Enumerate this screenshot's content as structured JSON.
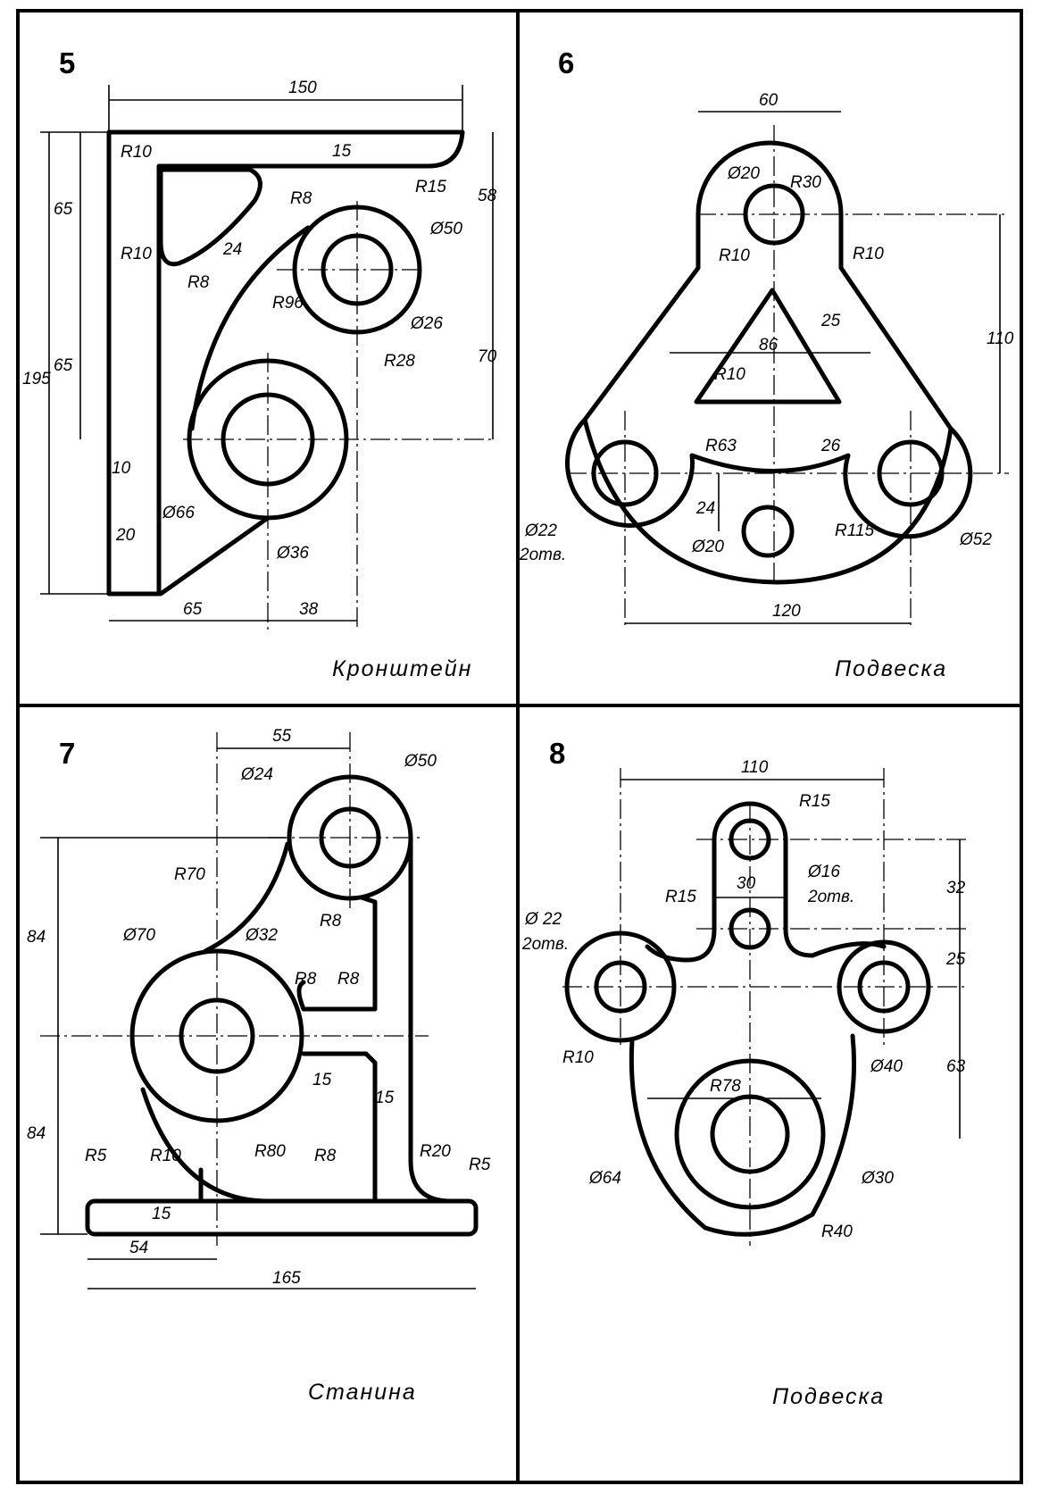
{
  "panels": [
    {
      "number": "5",
      "title": "Кронштейн",
      "dims": [
        "150",
        "15",
        "R10",
        "R8",
        "R15",
        "58",
        "65",
        "R10",
        "Ø50",
        "24",
        "R8",
        "R96",
        "Ø26",
        "65",
        "195",
        "R28",
        "70",
        "10",
        "Ø66",
        "20",
        "Ø36",
        "65",
        "38"
      ]
    },
    {
      "number": "6",
      "title": "Подвеска",
      "dims": [
        "60",
        "Ø20",
        "R30",
        "R10",
        "R10",
        "110",
        "25",
        "86",
        "R10",
        "R63",
        "26",
        "24",
        "Ø22",
        "2отв.",
        "Ø20",
        "R115",
        "Ø52",
        "120"
      ]
    },
    {
      "number": "7",
      "title": "Станина",
      "dims": [
        "55",
        "Ø50",
        "Ø24",
        "R70",
        "84",
        "R8",
        "Ø70",
        "Ø32",
        "R8",
        "R8",
        "15",
        "15",
        "84",
        "R80",
        "R5",
        "R10",
        "R8",
        "R20",
        "R5",
        "15",
        "54",
        "165"
      ]
    },
    {
      "number": "8",
      "title": "Подвеска",
      "dims": [
        "110",
        "R15",
        "30",
        "Ø16",
        "2отв.",
        "R15",
        "32",
        "Ø 22",
        "2отв.",
        "25",
        "R10",
        "Ø40",
        "63",
        "R78",
        "Ø64",
        "Ø30",
        "R40"
      ]
    }
  ]
}
